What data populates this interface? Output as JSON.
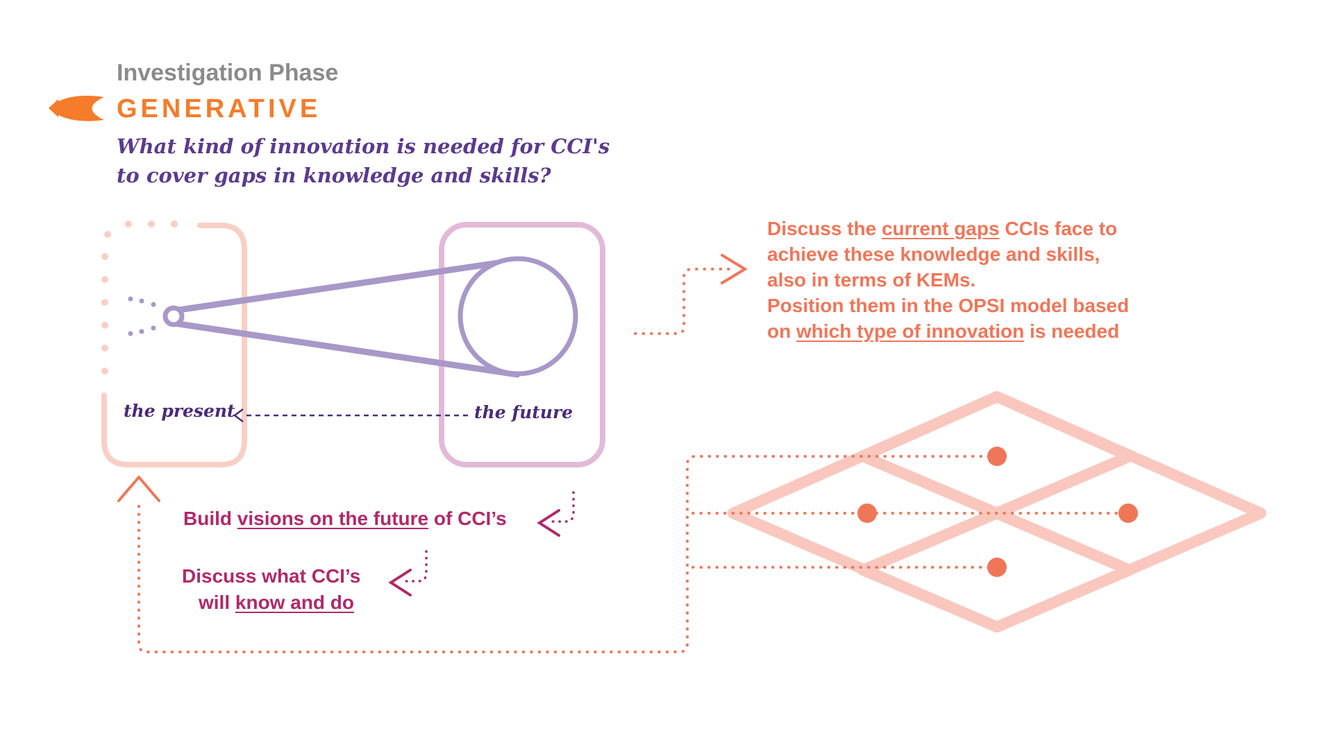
{
  "header": {
    "phase": "Investigation Phase",
    "stage": "GENERATIVE",
    "question_line1": "What kind of innovation is needed for CCI's",
    "question_line2": "to cover gaps in knowledge and skills?"
  },
  "timeline": {
    "present_label": "the present",
    "future_label": "the future"
  },
  "discuss_gaps": {
    "l1_pre": "Discuss the ",
    "l1_u": "current gaps",
    "l1_post": " CCIs face to",
    "l2": "achieve these knowledge and skills,",
    "l3": "also in terms of KEMs.",
    "l4": "Position them in the OPSI model based",
    "l5_pre": "on ",
    "l5_u": "which type of innovation",
    "l5_post": " is needed"
  },
  "build_visions": {
    "pre": "Build ",
    "u": "visions on the future",
    "post": " of CCI’s"
  },
  "discuss_know": {
    "line1": "Discuss what CCI’s",
    "line2_pre": "will ",
    "line2_u": "know and do"
  },
  "colors": {
    "orange": "#f47c2a",
    "purple": "#5b3a8e",
    "coral": "#f07658",
    "magenta": "#b0296b",
    "pink_light": "#f9c9bf"
  },
  "icons": [
    "fish-logo-icon",
    "telescope-icon",
    "opsi-diamond-model-icon"
  ]
}
